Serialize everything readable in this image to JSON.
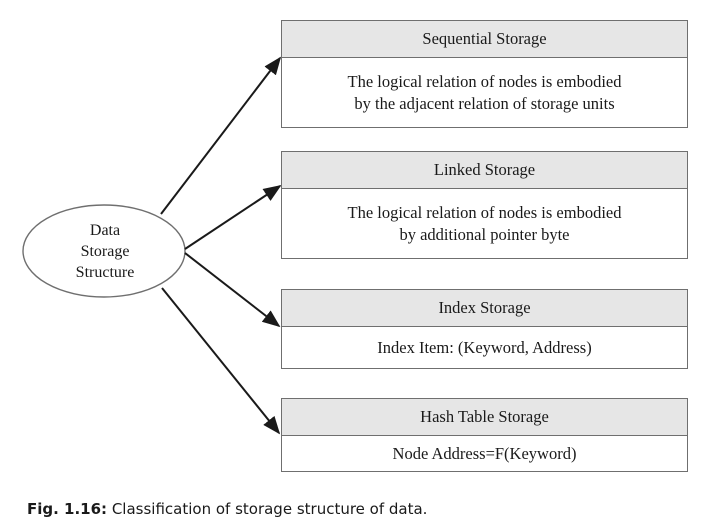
{
  "center_node": {
    "lines": [
      "Data",
      "Storage",
      "Structure"
    ]
  },
  "boxes": [
    {
      "title": "Sequential Storage",
      "lines": [
        "The logical relation of nodes is embodied",
        "by the adjacent relation of storage units"
      ]
    },
    {
      "title": "Linked Storage",
      "lines": [
        "The logical relation of nodes is embodied",
        "by additional pointer byte"
      ]
    },
    {
      "title": "Index Storage",
      "lines": [
        "Index Item: (Keyword, Address)"
      ]
    },
    {
      "title": "Hash Table Storage",
      "lines": [
        "Node Address=F(Keyword)"
      ]
    }
  ],
  "caption": {
    "label": "Fig. 1.16:",
    "text": " Classification of storage structure of data."
  },
  "colors": {
    "header_fill": "#e6e6e6",
    "border": "#6f6f6f",
    "arrow": "#1a1a1a"
  }
}
